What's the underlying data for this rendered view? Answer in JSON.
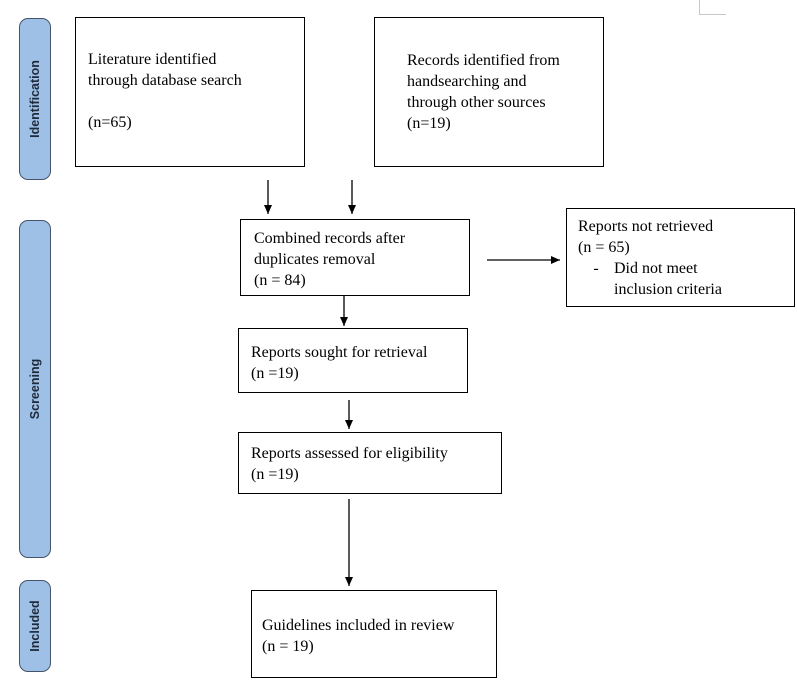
{
  "stages": {
    "identification": "Identification",
    "screening": "Screening",
    "included": "Included"
  },
  "boxes": {
    "database_search": {
      "line1": "Literature identified",
      "line2": "through database search",
      "count": "(n=65)"
    },
    "other_sources": {
      "line1": "Records identified from",
      "line2": "handsearching and",
      "line3": "through other sources",
      "count": "(n=19)"
    },
    "combined": {
      "line1": "Combined records after",
      "line2": "duplicates removal",
      "count": "(n = 84)"
    },
    "not_retrieved": {
      "line1": "Reports not retrieved",
      "count": "(n = 65)",
      "bullet_dash": "-",
      "bullet_line1": "Did not meet",
      "bullet_line2": "inclusion criteria"
    },
    "sought": {
      "line1": "Reports sought for retrieval",
      "count": "(n =19)"
    },
    "assessed": {
      "line1": "Reports assessed for eligibility",
      "count": "(n =19)"
    },
    "included": {
      "line1": "Guidelines included in review",
      "count": "(n = 19)"
    }
  }
}
